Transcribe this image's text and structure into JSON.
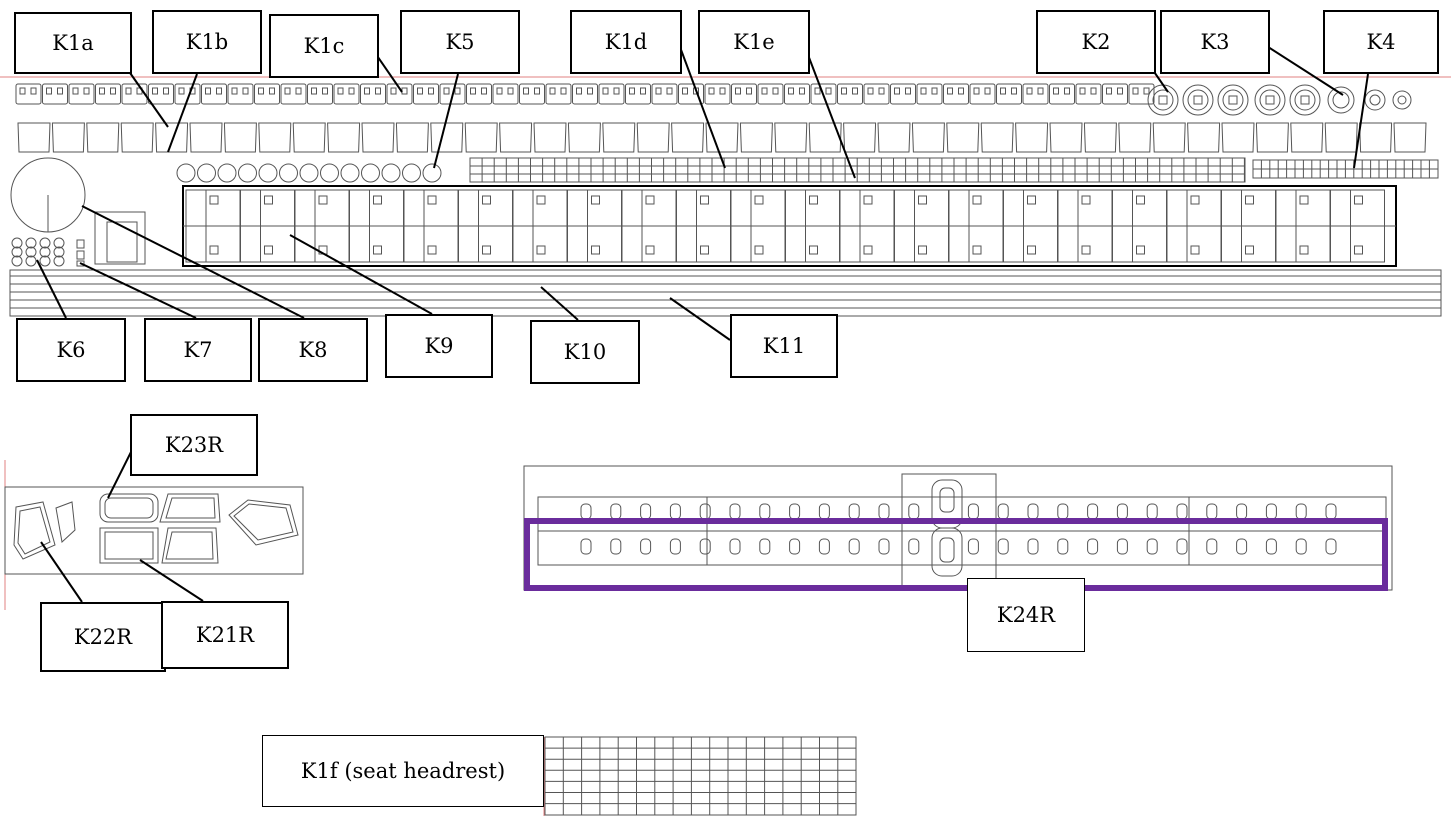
{
  "labels": {
    "k1a": "K1a",
    "k1b": "K1b",
    "k1c": "K1c",
    "k5": "K5",
    "k1d": "K1d",
    "k1e": "K1e",
    "k2": "K2",
    "k3": "K3",
    "k4": "K4",
    "k6": "K6",
    "k7": "K7",
    "k8": "K8",
    "k9": "K9",
    "k10": "K10",
    "k11": "K11",
    "k23r": "K23R",
    "k22r": "K22R",
    "k21r": "K21R",
    "k24r": "K24R",
    "k1f": "K1f (seat headrest)"
  },
  "colors": {
    "line": "#555555",
    "leader": "#000000",
    "highlight": "#6a2c9c",
    "sheet_edge": "#e08080"
  }
}
